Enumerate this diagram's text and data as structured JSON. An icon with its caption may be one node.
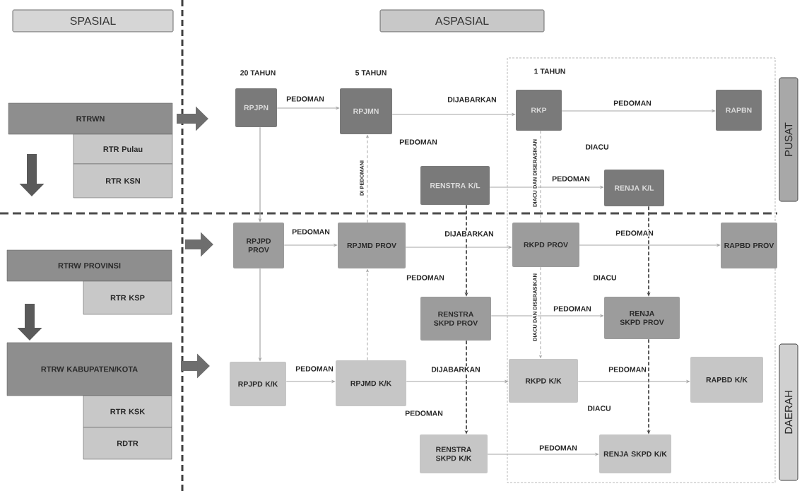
{
  "diagram": {
    "nodes": [
      {
        "text": [
          "SPASIAL"
        ]
      },
      {
        "text": [
          "ASPASIAL"
        ]
      },
      {
        "text": [
          "RTRWN"
        ]
      },
      {
        "text": [
          "RTR Pulau"
        ]
      },
      {
        "text": [
          "RTR KSN"
        ]
      },
      {
        "text": [
          "RTRW PROVINSI"
        ]
      },
      {
        "text": [
          "RTR KSP"
        ]
      },
      {
        "text": [
          "RTRW KABUPATEN/KOTA"
        ]
      },
      {
        "text": [
          "RTR KSK"
        ]
      },
      {
        "text": [
          "RDTR"
        ]
      },
      {
        "text": [
          "RPJPN"
        ]
      },
      {
        "text": [
          "RPJMN"
        ]
      },
      {
        "text": [
          "RKP"
        ]
      },
      {
        "text": [
          "RAPBN"
        ]
      },
      {
        "text": [
          "RENSTRA K/L"
        ]
      },
      {
        "text": [
          "RENJA K/L"
        ]
      },
      {
        "text": [
          "RPJPD PROV"
        ]
      },
      {
        "text": [
          "RPJMD PROV"
        ]
      },
      {
        "text": [
          "RKPD PROV"
        ]
      },
      {
        "text": [
          "RAPBD PROV"
        ]
      },
      {
        "text": [
          "RENSTRA SKPD PROV"
        ]
      },
      {
        "text": [
          "RENJA SKPD PROV"
        ]
      },
      {
        "text": [
          "RPJPD K/K"
        ]
      },
      {
        "text": [
          "RPJMD K/K"
        ]
      },
      {
        "text": [
          "RKPD K/K"
        ]
      },
      {
        "text": [
          "RAPBD K/K"
        ]
      },
      {
        "text": [
          "RENSTRA SKPD K/K"
        ]
      },
      {
        "text": [
          "RENJA SKPD K/K"
        ]
      },
      {
        "text": [
          "PUSAT"
        ]
      },
      {
        "text": [
          "DAERAH"
        ]
      }
    ],
    "edges": [
      {
        "from": 10,
        "to": 11,
        "arrow": "to",
        "label": "PEDOMAN"
      },
      {
        "from": 11,
        "to": 12,
        "arrow": "to",
        "label": "DIJABARKAN"
      },
      {
        "from": 12,
        "to": 13,
        "arrow": "to",
        "label": "PEDOMAN"
      },
      {
        "from": 14,
        "to": 15,
        "arrow": "to",
        "label": "PEDOMAN"
      },
      {
        "from": 12,
        "to": 18,
        "arrow": "none",
        "label": "DIACU DAN DISERASIKAN",
        "style": "dashed"
      },
      {
        "from": 10,
        "to": 16,
        "arrow": "to"
      },
      {
        "from": 16,
        "to": 22,
        "arrow": "to"
      },
      {
        "from": 17,
        "to": 11,
        "arrow": "to",
        "label": "DI PEDOMANI",
        "style": "dashed"
      },
      {
        "from": 23,
        "to": 17,
        "arrow": "to",
        "style": "dashed"
      },
      {
        "from": 14,
        "to": 20,
        "arrow": "to",
        "style": "dashed",
        "color": "#4a4a4a"
      },
      {
        "from": 20,
        "to": 26,
        "arrow": "to",
        "style": "dashed",
        "color": "#4a4a4a"
      },
      {
        "from": 15,
        "to": 21,
        "arrow": "to",
        "style": "dashed",
        "color": "#4a4a4a"
      },
      {
        "from": 21,
        "to": 27,
        "arrow": "to",
        "style": "dashed",
        "color": "#4a4a4a"
      },
      {
        "from": 16,
        "to": 17,
        "arrow": "to",
        "label": "PEDOMAN"
      },
      {
        "from": 17,
        "to": 18,
        "arrow": "to",
        "label": "DIJABARKAN"
      },
      {
        "from": 18,
        "to": 19,
        "arrow": "to",
        "label": "PEDOMAN"
      },
      {
        "from": 20,
        "to": 21,
        "arrow": "to",
        "label": "PEDOMAN"
      },
      {
        "from": 18,
        "to": 24,
        "arrow": "to",
        "label": "DIACU DAN DISERASIKAN",
        "style": "dashed"
      },
      {
        "from": 22,
        "to": 23,
        "arrow": "to",
        "label": "PEDOMAN"
      },
      {
        "from": 23,
        "to": 24,
        "arrow": "to",
        "label": "DIJABARKAN"
      },
      {
        "from": 24,
        "to": 25,
        "arrow": "to",
        "label": "PEDOMAN"
      },
      {
        "from": 26,
        "to": 27,
        "arrow": "to",
        "label": "PEDOMAN"
      }
    ],
    "labels": [
      "20 TAHUN",
      "5 TAHUN",
      "1 TAHUN",
      "PEDOMAN",
      "DIACU",
      "PEDOMAN",
      "DIACU",
      "PEDOMAN",
      "DIACU"
    ]
  }
}
